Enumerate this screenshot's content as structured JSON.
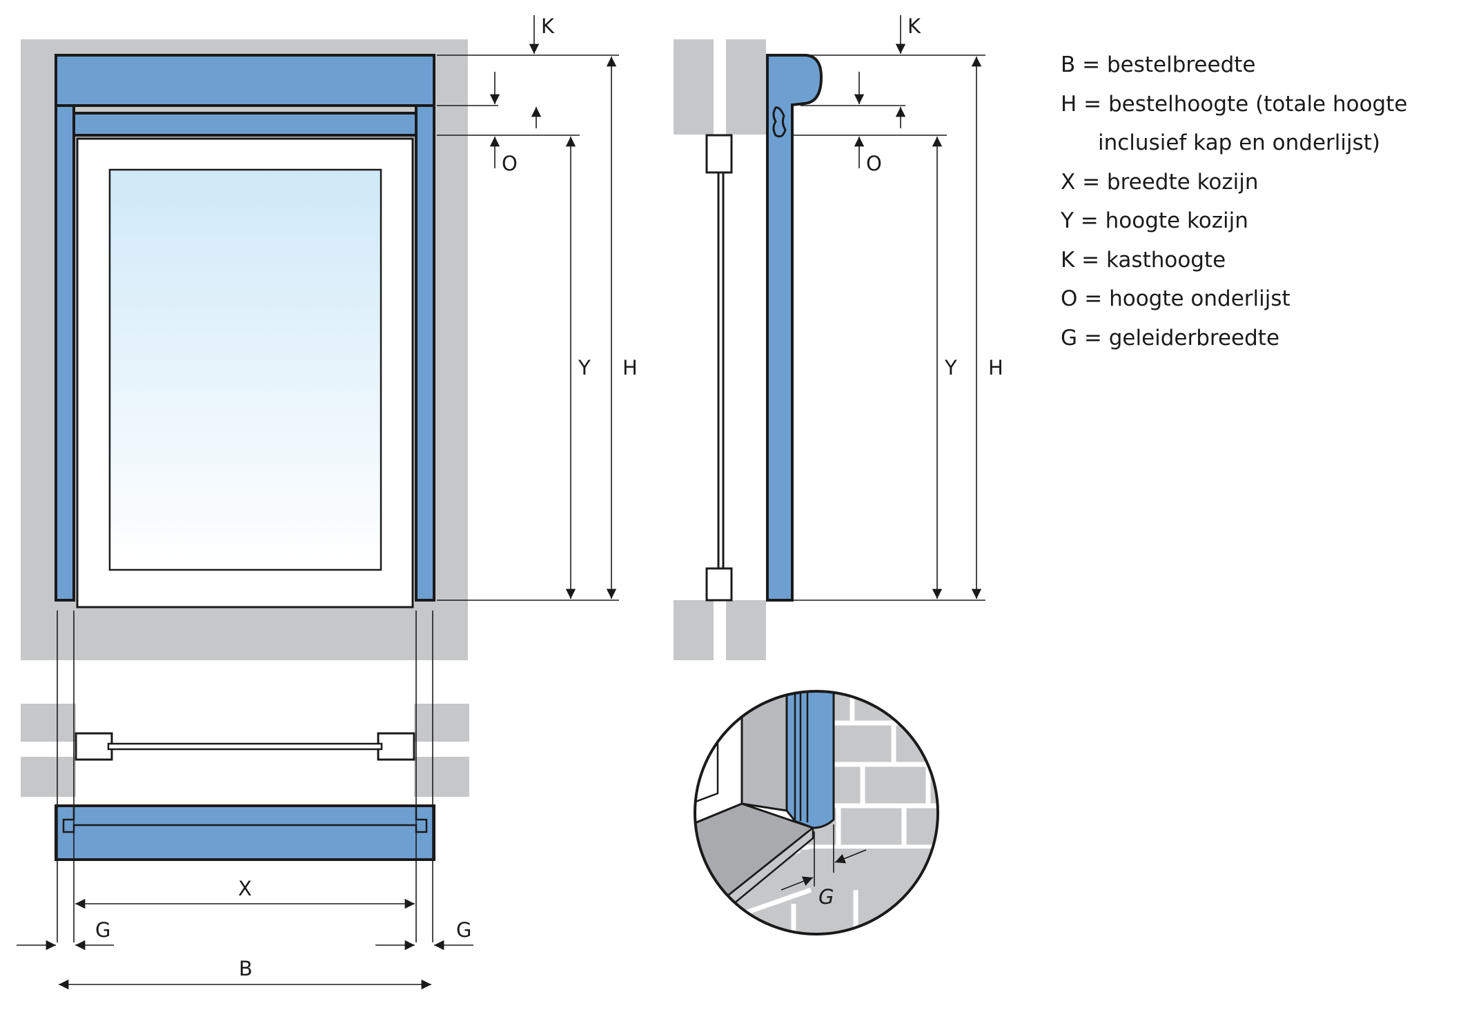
{
  "labels": {
    "k": "K",
    "o": "O",
    "y": "Y",
    "h": "H",
    "x": "X",
    "g": "G",
    "b": "B"
  },
  "legend": [
    "B = bestelbreedte",
    "H = bestelhoogte (totale hoogte",
    "inclusief kap en onderlijst)",
    "X = breedte kozijn",
    "Y = hoogte kozijn",
    "K = kasthoogte",
    "O = hoogte onderlijst",
    "G = geleiderbreedte"
  ],
  "colors": {
    "guide_blue": "#6e9fd1",
    "wall_gray": "#c6c7c9",
    "glass_top": "#cfe9f8",
    "outline": "#1a1a1a"
  },
  "icons": {
    "detail_view": "brick-wall-detail-circle"
  }
}
